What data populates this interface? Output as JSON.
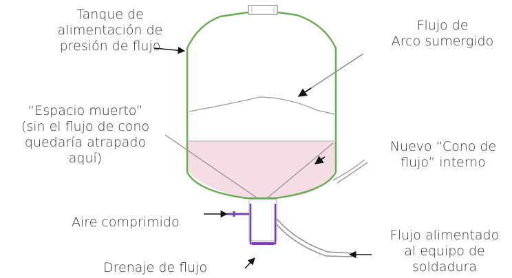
{
  "labels": {
    "feed_tank": [
      "Tanque de",
      "alimentación de",
      "presión de flujo"
    ],
    "submerged_arc_flux": [
      "Flujo de",
      "Arco sumergido"
    ],
    "dead_space": [
      "“Espacio muerto”",
      "(sin el flujo de cono",
      "quedaría atrapado",
      "aquí)"
    ],
    "new_cone": [
      "Nuevo “Cono de",
      "flujo” interno"
    ],
    "compressed_air": "Aire comprimido",
    "flux_fed": [
      "Flujo alimentado",
      "al equipo de",
      "soldadura"
    ],
    "flux_drain": "Drenaje de flujo"
  },
  "colors": {
    "tank_outline": "#6aaa55",
    "cone_tint": "#f5dde4",
    "drain_pipe": "#7a3fb8",
    "lines": "#8a8a8a",
    "arrows": "#111111",
    "text": "#333333"
  }
}
